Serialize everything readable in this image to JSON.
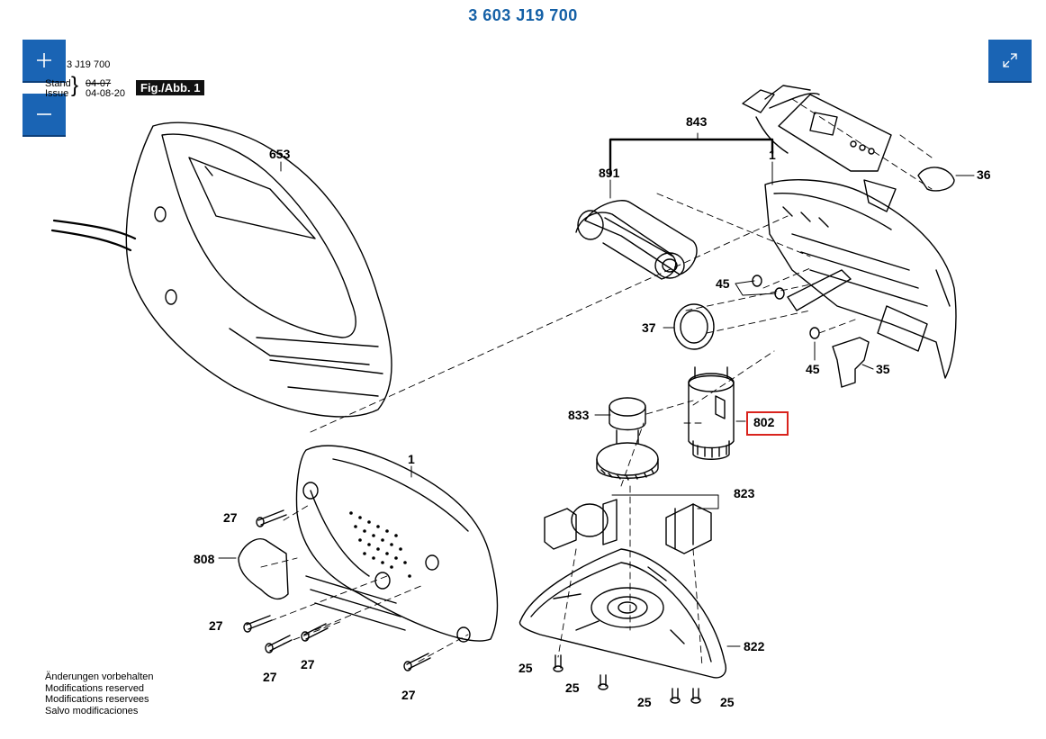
{
  "header": {
    "title": "3 603 J19 700"
  },
  "sheet_info": {
    "number_fragment": "3 J19 700",
    "stand_label": "Stand",
    "issue_label": "Issue",
    "old_date": "04-07",
    "issue_date": "04-08-20",
    "figure_badge": "Fig./Abb. 1"
  },
  "controls": {
    "zoom_in": "+",
    "zoom_out": "−",
    "fit": "↗↙"
  },
  "part_labels": [
    {
      "id": "653",
      "text": "653"
    },
    {
      "id": "843",
      "text": "843"
    },
    {
      "id": "891",
      "text": "891"
    },
    {
      "id": "1-top",
      "text": "1"
    },
    {
      "id": "36",
      "text": "36"
    },
    {
      "id": "45-a",
      "text": "45"
    },
    {
      "id": "37",
      "text": "37"
    },
    {
      "id": "45-b",
      "text": "45"
    },
    {
      "id": "35",
      "text": "35"
    },
    {
      "id": "833",
      "text": "833"
    },
    {
      "id": "802",
      "text": "802"
    },
    {
      "id": "1-left",
      "text": "1"
    },
    {
      "id": "823",
      "text": "823"
    },
    {
      "id": "27-a",
      "text": "27"
    },
    {
      "id": "808",
      "text": "808"
    },
    {
      "id": "27-b",
      "text": "27"
    },
    {
      "id": "27-c",
      "text": "27"
    },
    {
      "id": "27-d",
      "text": "27"
    },
    {
      "id": "27-e",
      "text": "27"
    },
    {
      "id": "822",
      "text": "822"
    },
    {
      "id": "25-a",
      "text": "25"
    },
    {
      "id": "25-b",
      "text": "25"
    },
    {
      "id": "25-c",
      "text": "25"
    },
    {
      "id": "25-d",
      "text": "25"
    }
  ],
  "highlight": {
    "part": "802",
    "color": "#d9231d"
  },
  "notes": [
    "Änderungen vorbehalten",
    "Modifications reserved",
    "Modifications reservees",
    "Salvo modificaciones"
  ],
  "colors": {
    "title": "#1460a6",
    "control_bg": "#1a64b4"
  }
}
